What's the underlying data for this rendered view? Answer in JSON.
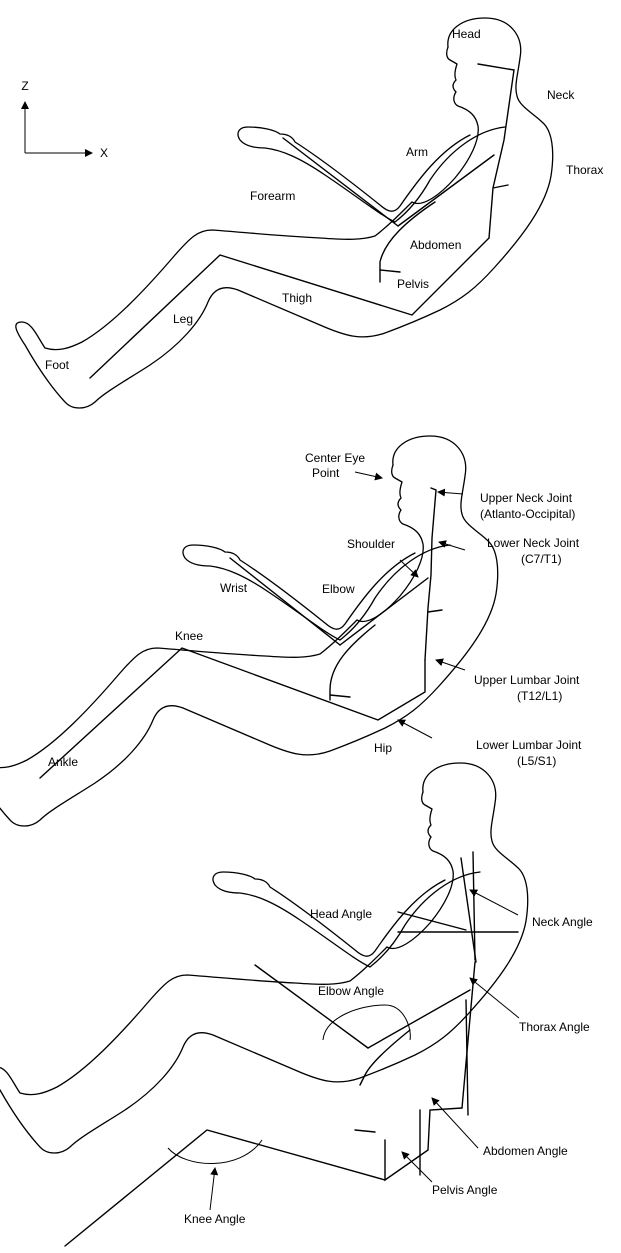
{
  "axes": {
    "z_label": "Z",
    "x_label": "X"
  },
  "panel1": {
    "labels": {
      "head": "Head",
      "neck": "Neck",
      "arm": "Arm",
      "thorax": "Thorax",
      "forearm": "Forearm",
      "abdomen": "Abdomen",
      "pelvis": "Pelvis",
      "thigh": "Thigh",
      "leg": "Leg",
      "foot": "Foot"
    }
  },
  "panel2": {
    "labels": {
      "center_eye_line1": "Center Eye",
      "center_eye_line2": "Point",
      "upper_neck_line1": "Upper Neck Joint",
      "upper_neck_line2": "(Atlanto-Occipital)",
      "lower_neck_line1": "Lower Neck Joint",
      "lower_neck_line2": "(C7/T1)",
      "shoulder": "Shoulder",
      "wrist": "Wrist",
      "elbow": "Elbow",
      "knee": "Knee",
      "upper_lumbar_line1": "Upper Lumbar Joint",
      "upper_lumbar_line2": "(T12/L1)",
      "lower_lumbar_line1": "Lower Lumbar Joint",
      "lower_lumbar_line2": "(L5/S1)",
      "hip": "Hip",
      "ankle": "Ankle"
    }
  },
  "panel3": {
    "labels": {
      "head_angle": "Head Angle",
      "neck_angle": "Neck Angle",
      "elbow_angle": "Elbow Angle",
      "thorax_angle": "Thorax Angle",
      "abdomen_angle": "Abdomen Angle",
      "pelvis_angle": "Pelvis Angle",
      "knee_angle": "Knee Angle"
    }
  }
}
